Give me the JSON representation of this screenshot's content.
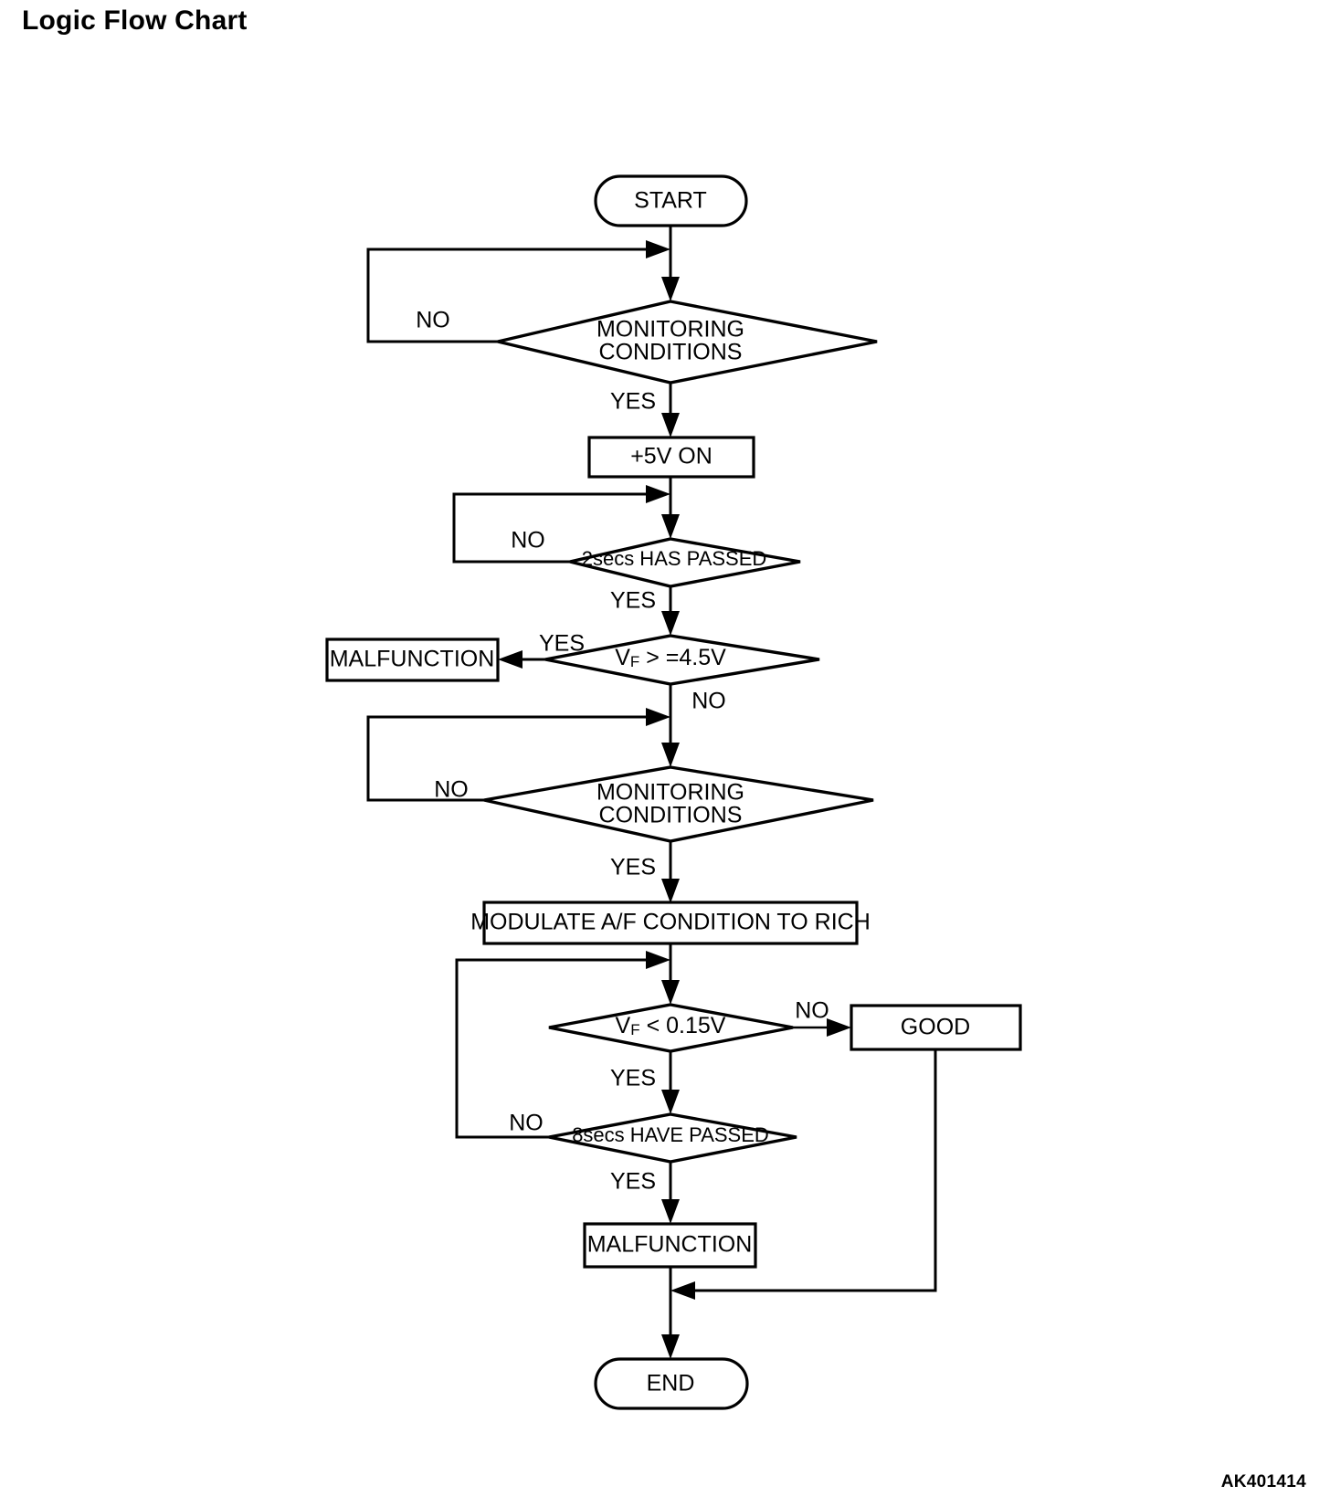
{
  "page": {
    "title": "Logic Flow Chart",
    "watermark": "AK401414"
  },
  "chart_data": {
    "type": "diagram",
    "diagram_kind": "flowchart",
    "title": "Logic Flow Chart",
    "orientation": "top-to-bottom",
    "nodes": [
      {
        "id": "start",
        "shape": "terminator",
        "label": "START"
      },
      {
        "id": "mon1",
        "shape": "decision",
        "label": "MONITORING CONDITIONS",
        "line1": "MONITORING",
        "line2": "CONDITIONS"
      },
      {
        "id": "v5on",
        "shape": "process",
        "label": "+5V ON"
      },
      {
        "id": "sec2",
        "shape": "decision",
        "label": "2secs HAS PASSED"
      },
      {
        "id": "vf45",
        "shape": "decision",
        "label": "VF > =4.5V",
        "prefix": "V",
        "subscript": "F",
        "suffix": " > =4.5V"
      },
      {
        "id": "malf1",
        "shape": "process",
        "label": "MALFUNCTION"
      },
      {
        "id": "mon2",
        "shape": "decision",
        "label": "MONITORING CONDITIONS",
        "line1": "MONITORING",
        "line2": "CONDITIONS"
      },
      {
        "id": "modulate",
        "shape": "process",
        "label": "MODULATE A/F CONDITION TO RICH"
      },
      {
        "id": "vf015",
        "shape": "decision",
        "label": "VF < 0.15V",
        "prefix": "V",
        "subscript": "F",
        "suffix": " < 0.15V"
      },
      {
        "id": "good",
        "shape": "process",
        "label": "GOOD"
      },
      {
        "id": "sec8",
        "shape": "decision",
        "label": "8secs HAVE PASSED"
      },
      {
        "id": "malf2",
        "shape": "process",
        "label": "MALFUNCTION"
      },
      {
        "id": "end",
        "shape": "terminator",
        "label": "END"
      }
    ],
    "edges": [
      {
        "from": "start",
        "to": "mon1",
        "label": ""
      },
      {
        "from": "mon1",
        "to": "mon1",
        "label": "NO",
        "side": "left",
        "loop": true
      },
      {
        "from": "mon1",
        "to": "v5on",
        "label": "YES",
        "side": "bottom"
      },
      {
        "from": "v5on",
        "to": "sec2",
        "label": ""
      },
      {
        "from": "sec2",
        "to": "sec2",
        "label": "NO",
        "side": "left",
        "loop": true
      },
      {
        "from": "sec2",
        "to": "vf45",
        "label": "YES",
        "side": "bottom"
      },
      {
        "from": "vf45",
        "to": "malf1",
        "label": "YES",
        "side": "left"
      },
      {
        "from": "vf45",
        "to": "mon2",
        "label": "NO",
        "side": "bottom"
      },
      {
        "from": "mon2",
        "to": "mon2",
        "label": "NO",
        "side": "left",
        "loop": true
      },
      {
        "from": "mon2",
        "to": "modulate",
        "label": "YES",
        "side": "bottom"
      },
      {
        "from": "modulate",
        "to": "vf015",
        "label": ""
      },
      {
        "from": "vf015",
        "to": "good",
        "label": "NO",
        "side": "right"
      },
      {
        "from": "vf015",
        "to": "sec8",
        "label": "YES",
        "side": "bottom"
      },
      {
        "from": "sec8",
        "to": "vf015",
        "label": "NO",
        "side": "left",
        "loop": true
      },
      {
        "from": "sec8",
        "to": "malf2",
        "label": "YES",
        "side": "bottom"
      },
      {
        "from": "malf2",
        "to": "end",
        "label": ""
      },
      {
        "from": "good",
        "to": "end",
        "label": ""
      }
    ],
    "branch_labels": {
      "no": "NO",
      "yes": "YES"
    }
  },
  "labels": {
    "start": "START",
    "mon1_line1": "MONITORING",
    "mon1_line2": "CONDITIONS",
    "mon1_no": "NO",
    "mon1_yes": "YES",
    "v5on": "+5V ON",
    "sec2": "2secs HAS PASSED",
    "sec2_no": "NO",
    "sec2_yes": "YES",
    "vf45_v": "V",
    "vf45_sub": "F",
    "vf45_rest": " > =4.5V",
    "vf45_yes": "YES",
    "vf45_no": "NO",
    "malfunction1": "MALFUNCTION",
    "mon2_line1": "MONITORING",
    "mon2_line2": "CONDITIONS",
    "mon2_no": "NO",
    "mon2_yes": "YES",
    "modulate": "MODULATE A/F CONDITION TO RICH",
    "vf015_v": "V",
    "vf015_sub": "F",
    "vf015_rest": " < 0.15V",
    "vf015_no": "NO",
    "vf015_yes": "YES",
    "good": "GOOD",
    "sec8": "8secs HAVE PASSED",
    "sec8_no": "NO",
    "sec8_yes": "YES",
    "malfunction2": "MALFUNCTION",
    "end": "END"
  },
  "colors": {
    "ink": "#000000",
    "paper": "#ffffff"
  }
}
